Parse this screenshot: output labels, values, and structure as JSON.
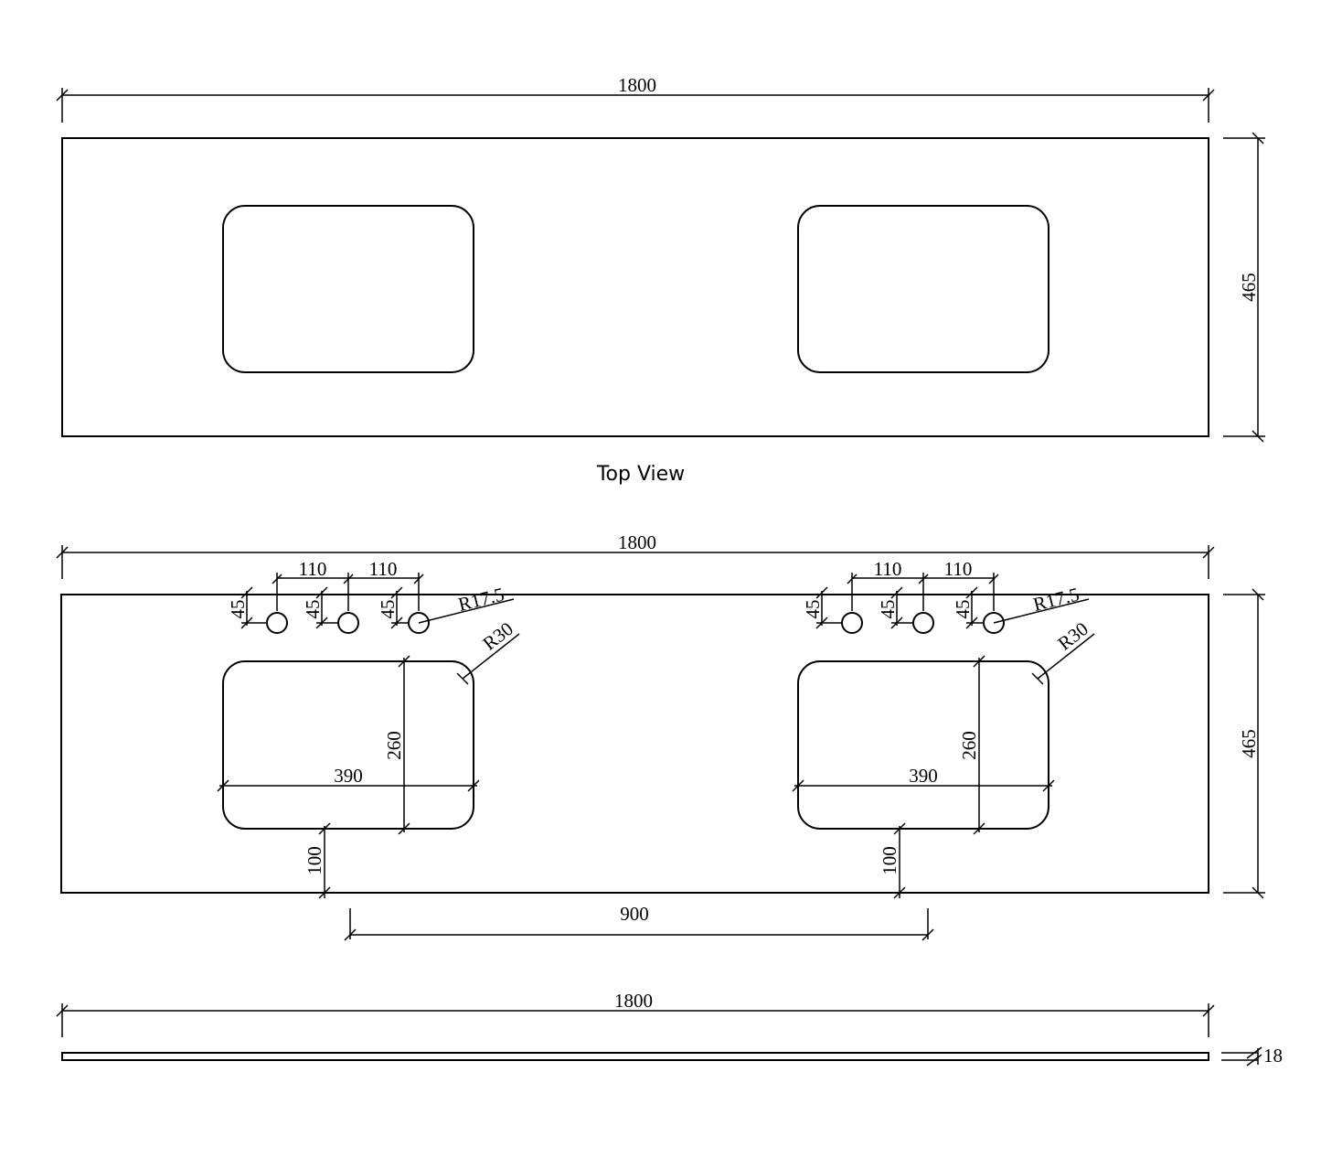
{
  "top_view": {
    "caption": "Top View",
    "overall_width": "1800",
    "overall_depth": "465"
  },
  "plan_view": {
    "overall_width": "1800",
    "overall_depth": "465",
    "basin_centers": "900",
    "left_basin": {
      "tap_spacing_1": "110",
      "tap_spacing_2": "110",
      "hole_setback_1": "45",
      "hole_setback_2": "45",
      "hole_setback_3": "45",
      "hole_radius": "R17.5",
      "corner_radius": "R30",
      "basin_width": "390",
      "basin_depth": "260",
      "front_offset": "100"
    },
    "right_basin": {
      "tap_spacing_1": "110",
      "tap_spacing_2": "110",
      "hole_setback_1": "45",
      "hole_setback_2": "45",
      "hole_setback_3": "45",
      "hole_radius": "R17.5",
      "corner_radius": "R30",
      "basin_width": "390",
      "basin_depth": "260",
      "front_offset": "100"
    }
  },
  "side_view": {
    "overall_width": "1800",
    "thickness": "18"
  }
}
